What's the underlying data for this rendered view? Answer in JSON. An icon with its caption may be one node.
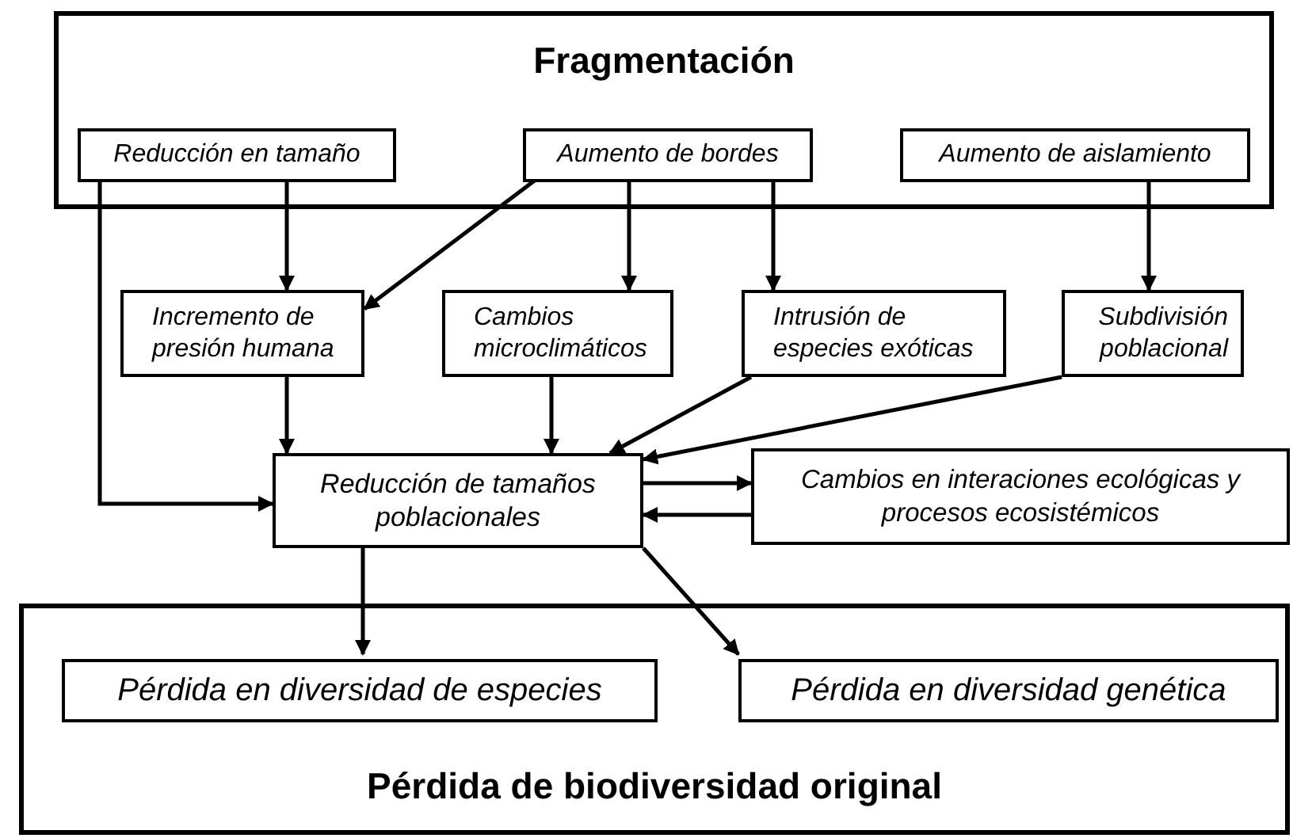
{
  "diagram": {
    "nodes": [
      {
        "text": [
          "Fragmentación"
        ]
      },
      {
        "text": [
          "Reducción en tamaño"
        ],
        "in": 0
      },
      {
        "text": [
          "Aumento de bordes"
        ],
        "in": 0
      },
      {
        "text": [
          "Aumento de aislamiento"
        ],
        "in": 0
      },
      {
        "text": [
          "Incremento de presión humana"
        ]
      },
      {
        "text": [
          "Cambios microclimáticos"
        ]
      },
      {
        "text": [
          "Intrusión de especies exóticas"
        ]
      },
      {
        "text": [
          "Subdivisión poblacional"
        ]
      },
      {
        "text": [
          "Reducción de tamaños poblacionales"
        ]
      },
      {
        "text": [
          "Cambios en interaciones ecológicas y procesos ecosistémicos"
        ]
      },
      {
        "text": [
          "Pérdida de biodiversidad original"
        ]
      },
      {
        "text": [
          "Pérdida en diversidad de especies"
        ],
        "in": 10
      },
      {
        "text": [
          "Pérdida en diversidad genética"
        ],
        "in": 10
      }
    ],
    "edges": [
      {
        "from": 1,
        "to": 4,
        "arrow": "to"
      },
      {
        "from": 1,
        "to": 8,
        "arrow": "to"
      },
      {
        "from": 2,
        "to": 4,
        "arrow": "to"
      },
      {
        "from": 2,
        "to": 5,
        "arrow": "to"
      },
      {
        "from": 2,
        "to": 6,
        "arrow": "to"
      },
      {
        "from": 3,
        "to": 7,
        "arrow": "to"
      },
      {
        "from": 4,
        "to": 8,
        "arrow": "to"
      },
      {
        "from": 5,
        "to": 8,
        "arrow": "to"
      },
      {
        "from": 6,
        "to": 8,
        "arrow": "to"
      },
      {
        "from": 7,
        "to": 8,
        "arrow": "to"
      },
      {
        "from": 8,
        "to": 9,
        "arrow": "to"
      },
      {
        "from": 9,
        "to": 8,
        "arrow": "to"
      },
      {
        "from": 8,
        "to": 11,
        "arrow": "to"
      },
      {
        "from": 8,
        "to": 12,
        "arrow": "to"
      }
    ]
  }
}
